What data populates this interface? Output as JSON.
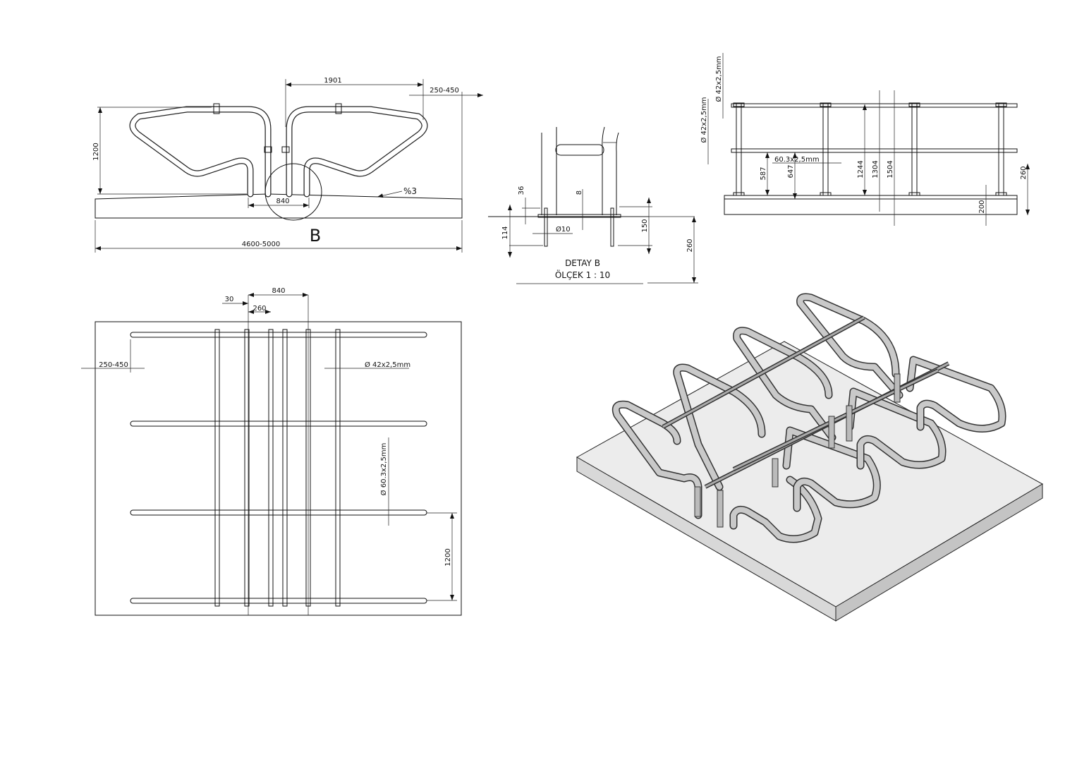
{
  "front_view": {
    "dim_height": "1200",
    "dim_span": "1901",
    "dim_overhang": "250-450",
    "dim_base": "840",
    "slope": "%3",
    "dim_total": "4600-5000",
    "detail_label": "B"
  },
  "detail_b": {
    "dim_36": "36",
    "dim_8": "8",
    "dim_114": "114",
    "dim_bolt": "Ø10",
    "dim_150": "150",
    "dim_260": "260",
    "title": "DETAY B",
    "scale": "ÖLÇEK 1 : 10"
  },
  "side_view": {
    "tube_top": "Ø 42x2,5mm",
    "tube_mid": "Ø 42x2,5mm",
    "tube_post": "60.3x2,5mm",
    "dim_587": "587",
    "dim_647": "647",
    "dim_1244": "1244",
    "dim_1304": "1304",
    "dim_1504": "1504",
    "dim_260": "260",
    "dim_200": "200"
  },
  "plan_view": {
    "dim_30": "30",
    "dim_840": "840",
    "dim_260": "260",
    "dim_overhang": "250-450",
    "tube_rail": "Ø 42x2,5mm",
    "tube_post": "Ø 60.3x2,5mm",
    "dim_1200": "1200"
  }
}
